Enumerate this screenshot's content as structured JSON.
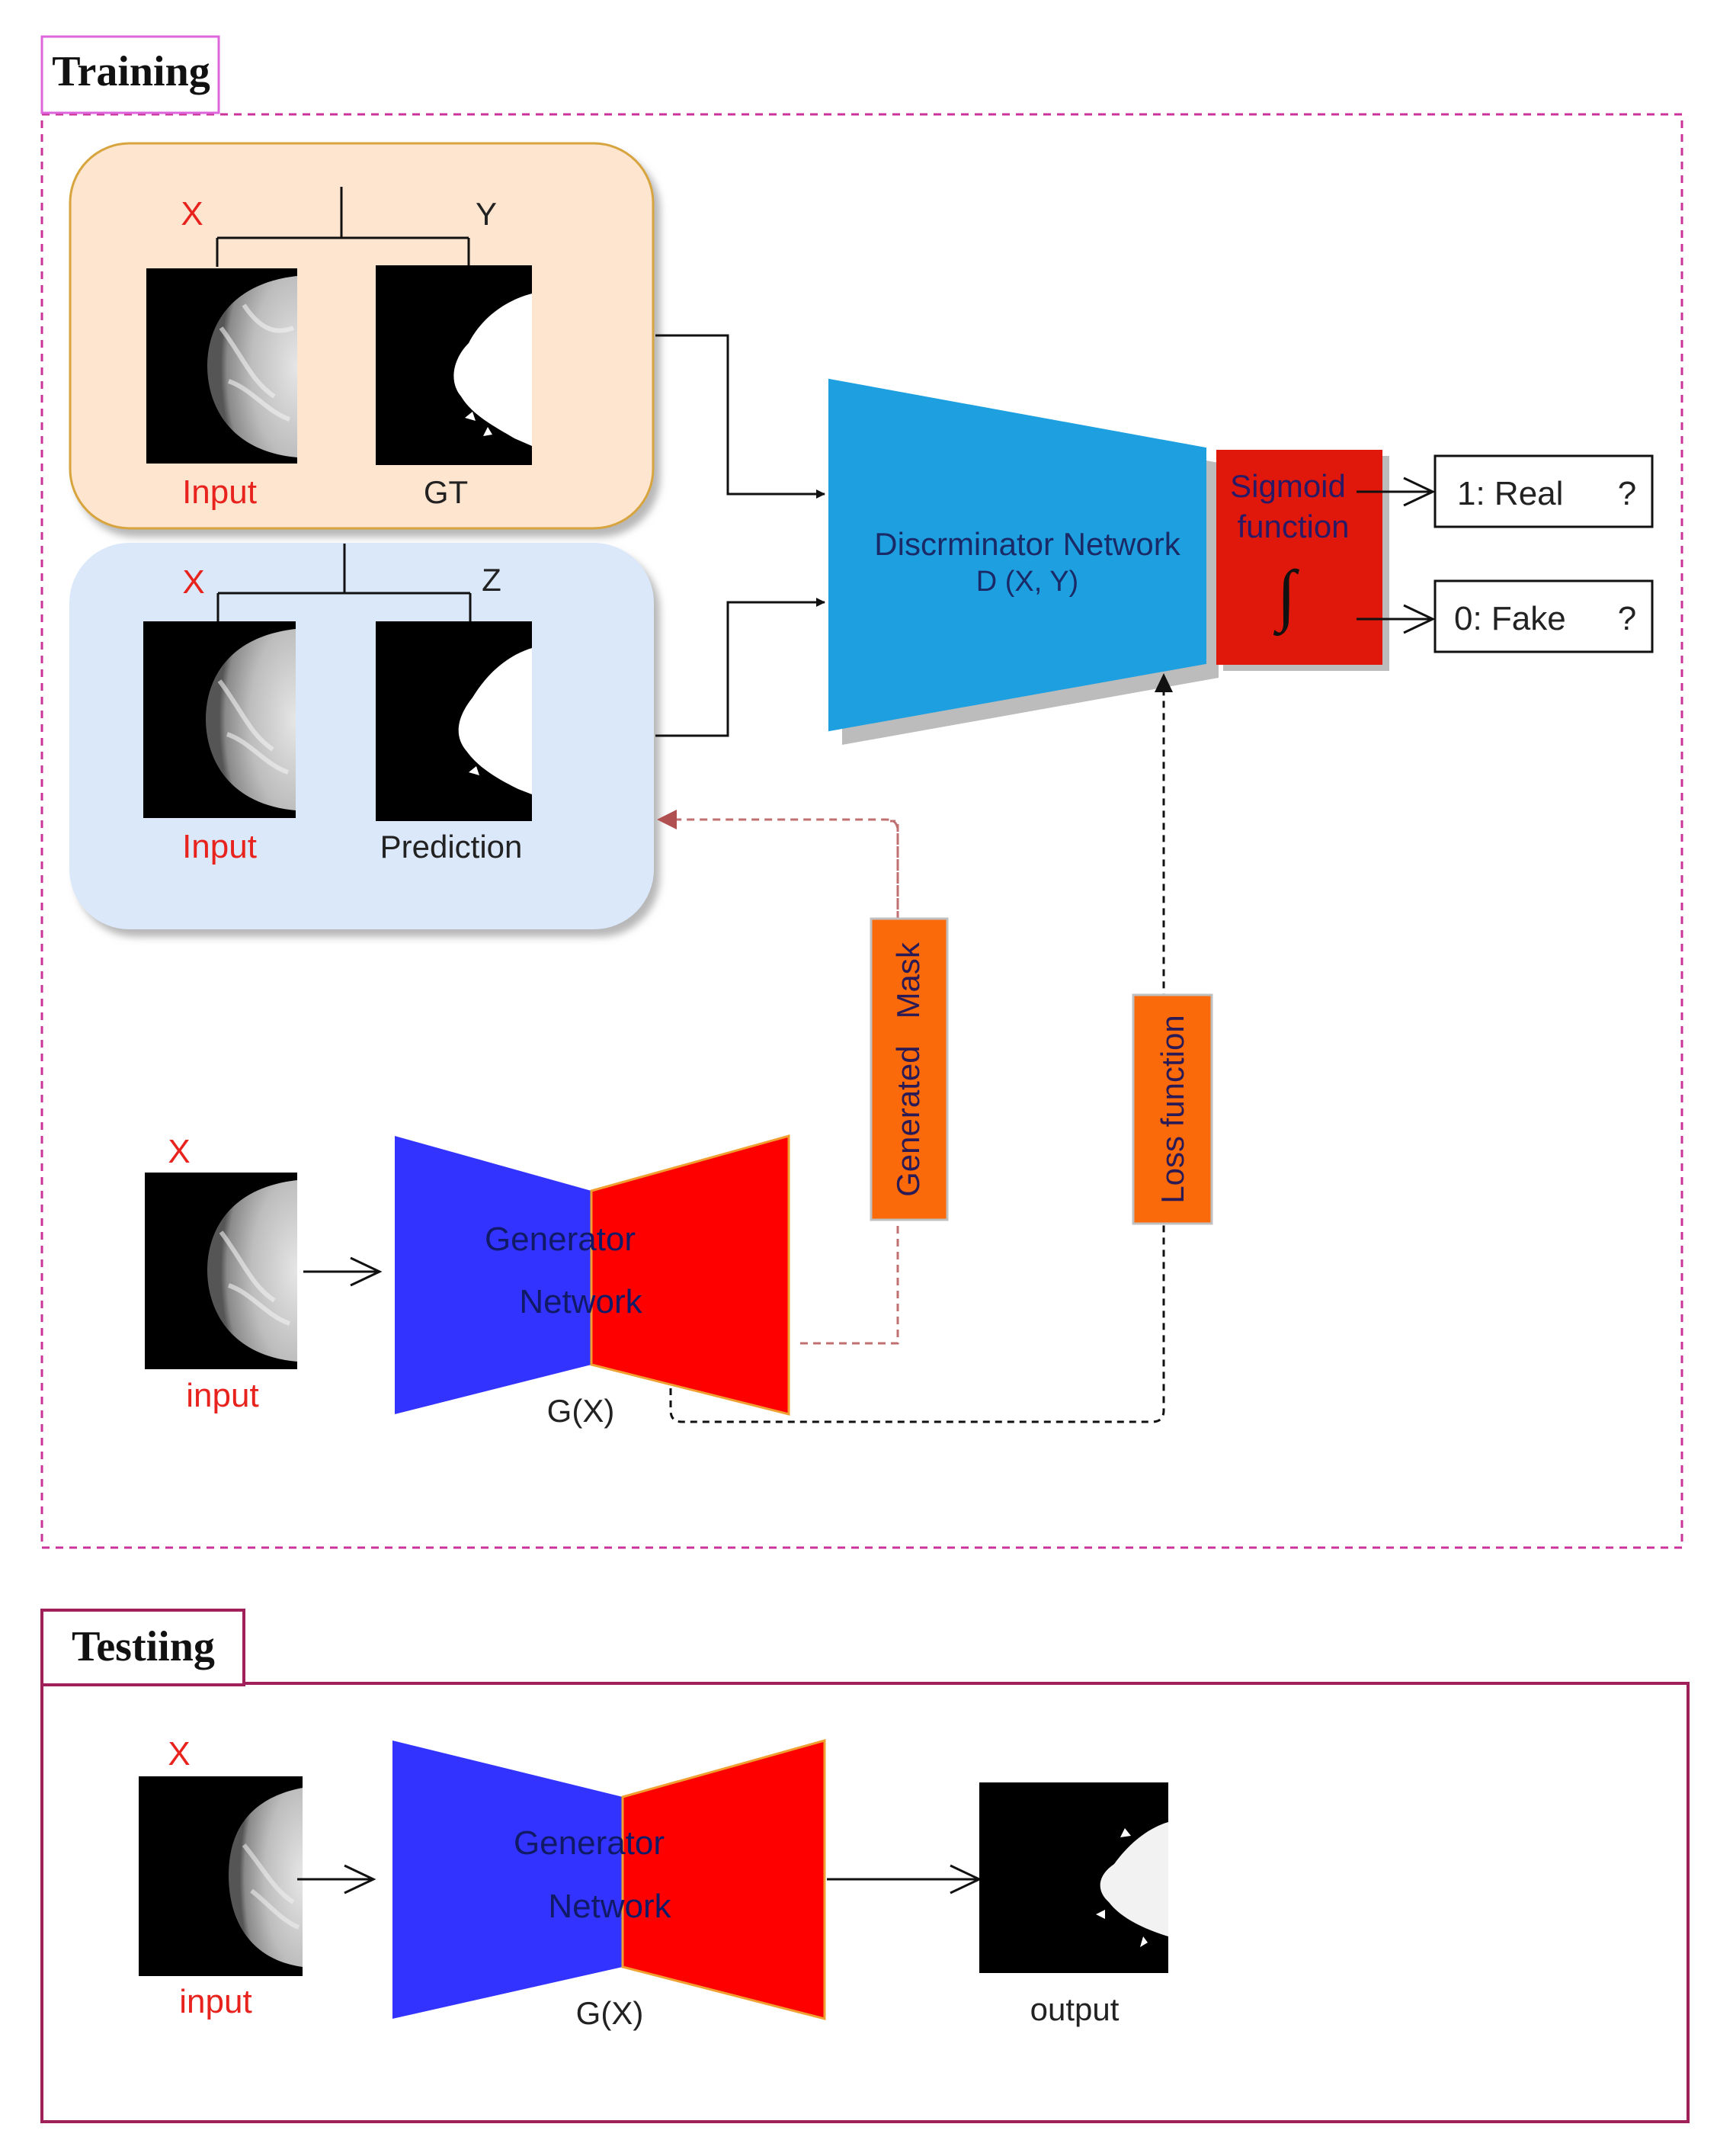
{
  "sections": {
    "training": "Training",
    "testing": "Testiing"
  },
  "real_pair": {
    "x_label": "X",
    "y_label": "Y",
    "input_caption": "Input",
    "gt_caption": "GT"
  },
  "fake_pair": {
    "x_label": "X",
    "z_label": "Z",
    "input_caption": "Input",
    "prediction_caption": "Prediction"
  },
  "discriminator": {
    "line1": "Discrminator Network",
    "line2": "D (X, Y)"
  },
  "sigmoid": {
    "line1": "Sigmoid",
    "line2": "function",
    "symbol": "∫"
  },
  "outputs": {
    "real": "1: Real",
    "real_q": "?",
    "fake": "0: Fake",
    "fake_q": "?"
  },
  "generated_mask": "Generated   Mask",
  "loss_function": "Loss function",
  "train_generator": {
    "x_label": "X",
    "input_caption": "input",
    "line1": "Generator",
    "line2": "Network",
    "caption": "G(X)"
  },
  "test_generator": {
    "x_label": "X",
    "input_caption": "input",
    "line1": "Generator",
    "line2": "Network",
    "caption": "G(X)",
    "output_caption": "output"
  },
  "colors": {
    "section_border": "#cc3399",
    "real_panel": "#fde5cf",
    "real_panel_border": "#d7a43c",
    "fake_panel": "#dbe8fa",
    "discriminator": "#1ea0e0",
    "sigmoid": "#e0180c",
    "generator_encoder": "#3333ff",
    "generator_decoder": "#ff0000",
    "label_box": "#fa6a0a",
    "label_text_red": "#e8231e"
  }
}
